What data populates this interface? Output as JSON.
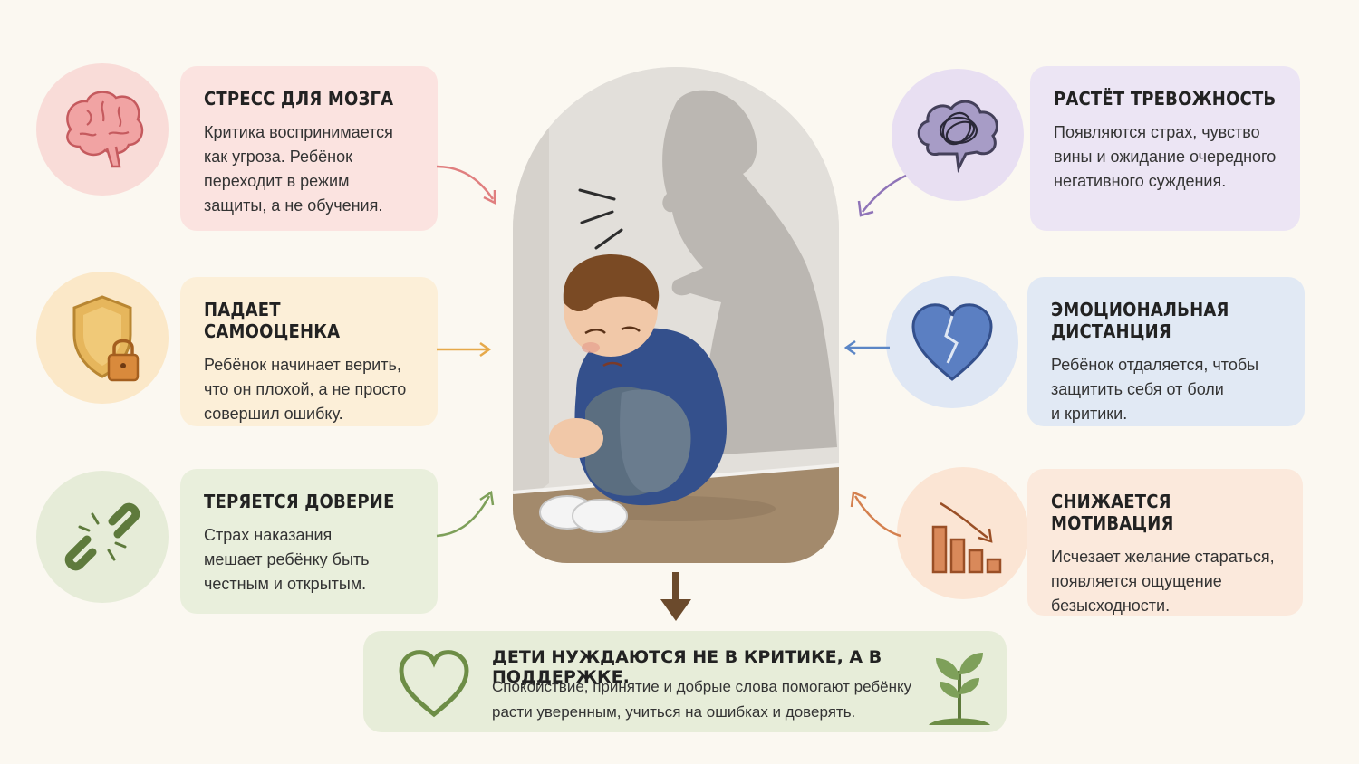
{
  "cards": {
    "brain": {
      "title": "СТРЕСС ДЛЯ МОЗГА",
      "text": "Критика воспринимается\nкак угроза. Ребёнок\nпереходит в режим\nзащиты, а не обучения."
    },
    "selfesteem": {
      "title": "ПАДАЕТ САМООЦЕНКА",
      "text": "Ребёнок начинает верить,\nчто он плохой, а не просто\nсовершил ошибку."
    },
    "trust": {
      "title": "ТЕРЯЕТСЯ ДОВЕРИЕ",
      "text": "Страх наказания\nмешает ребёнку быть\nчестным и открытым."
    },
    "anxiety": {
      "title": "РАСТЁТ ТРЕВОЖНОСТЬ",
      "text": "Появляются страх, чувство\nвины и ожидание очередного\nнегативного суждения."
    },
    "distance": {
      "title": "ЭМОЦИОНАЛЬНАЯ ДИСТАНЦИЯ",
      "text": "Ребёнок отдаляется, чтобы\nзащитить себя от боли\nи критики."
    },
    "motivation": {
      "title": "СНИЖАЕТСЯ МОТИВАЦИЯ",
      "text": "Исчезает желание стараться,\nпоявляется ощущение\nбезысходности."
    }
  },
  "bottom": {
    "title": "ДЕТИ НУЖДАЮТСЯ НЕ В КРИТИКЕ, А В ПОДДЕРЖКЕ.",
    "text": "Спокойствие, принятие и добрые слова помогают ребёнку\nрасти уверенным, учиться на ошибках и доверять."
  },
  "icons": [
    "brain-icon",
    "shield-lock-icon",
    "broken-chain-icon",
    "tangled-thought-cloud-icon",
    "broken-heart-icon",
    "declining-bars-icon",
    "heart-icon",
    "sprout-icon"
  ],
  "colors": {
    "pink": "#fbe3e0",
    "yellow": "#fcefd8",
    "green": "#e9efdc",
    "lavender": "#ece5f4",
    "blue": "#e1e9f4",
    "peach": "#fbe9dc"
  }
}
